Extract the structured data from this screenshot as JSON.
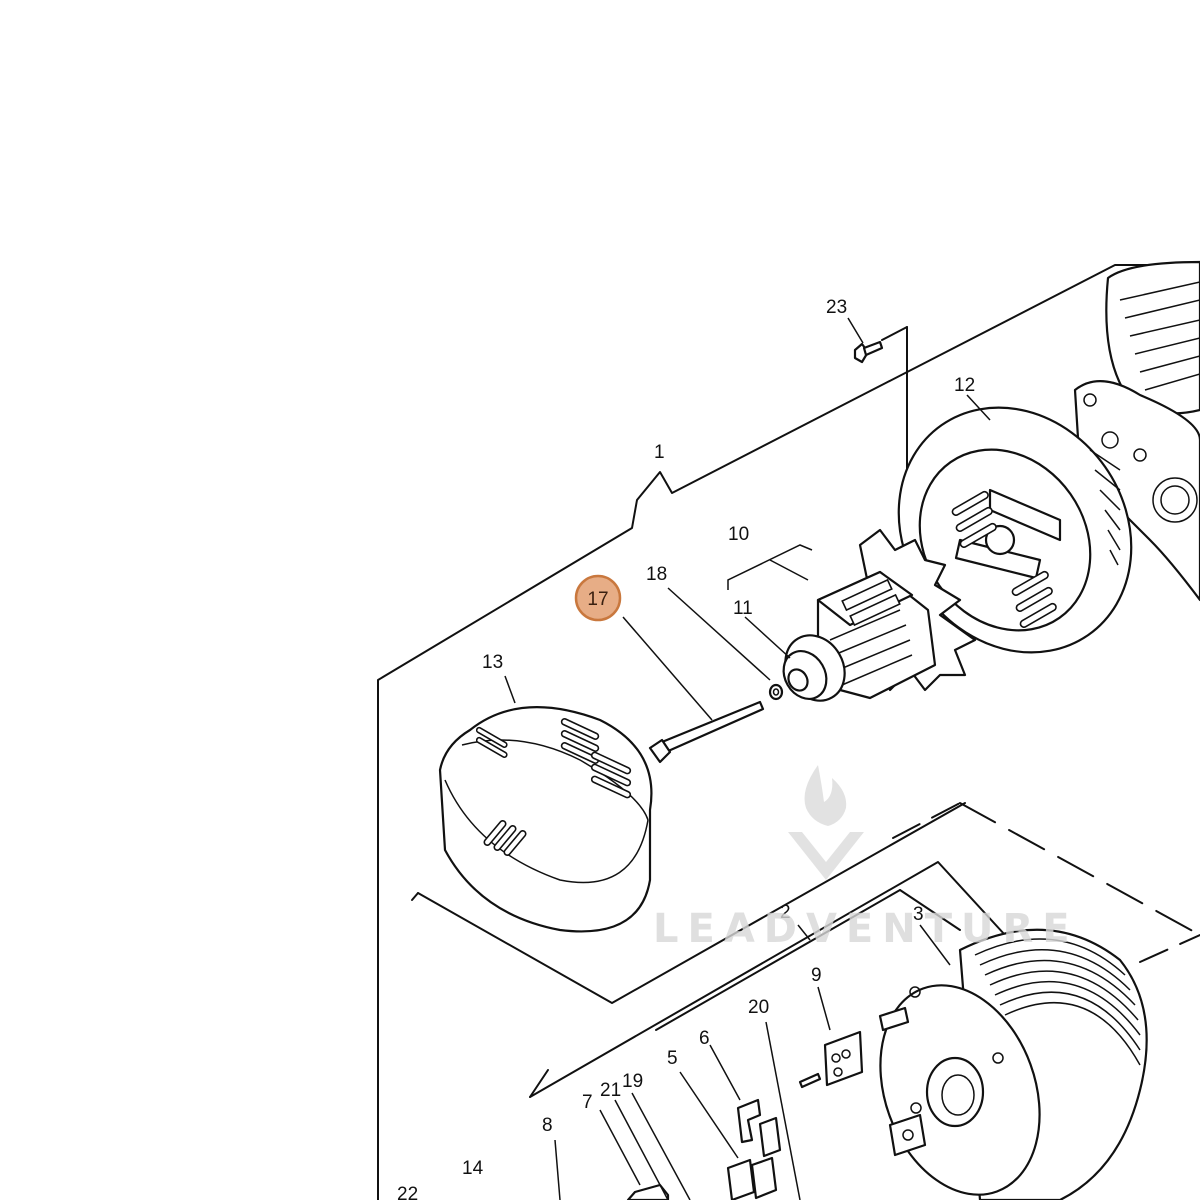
{
  "callouts": [
    {
      "id": "1",
      "text": "1"
    },
    {
      "id": "2",
      "text": "2"
    },
    {
      "id": "3",
      "text": "3"
    },
    {
      "id": "5",
      "text": "5"
    },
    {
      "id": "6",
      "text": "6"
    },
    {
      "id": "7",
      "text": "7"
    },
    {
      "id": "8",
      "text": "8"
    },
    {
      "id": "9",
      "text": "9"
    },
    {
      "id": "10",
      "text": "10"
    },
    {
      "id": "11",
      "text": "11"
    },
    {
      "id": "12",
      "text": "12"
    },
    {
      "id": "13",
      "text": "13"
    },
    {
      "id": "14",
      "text": "14"
    },
    {
      "id": "17",
      "text": "17",
      "highlighted": true
    },
    {
      "id": "18",
      "text": "18"
    },
    {
      "id": "19",
      "text": "19"
    },
    {
      "id": "20",
      "text": "20"
    },
    {
      "id": "21",
      "text": "21"
    },
    {
      "id": "22",
      "text": "22"
    },
    {
      "id": "23",
      "text": "23"
    }
  ],
  "highlight_color": "#e7ad86",
  "watermark": {
    "brand": "LEADVENTURE",
    "icon": "flame-v-logo-icon"
  }
}
